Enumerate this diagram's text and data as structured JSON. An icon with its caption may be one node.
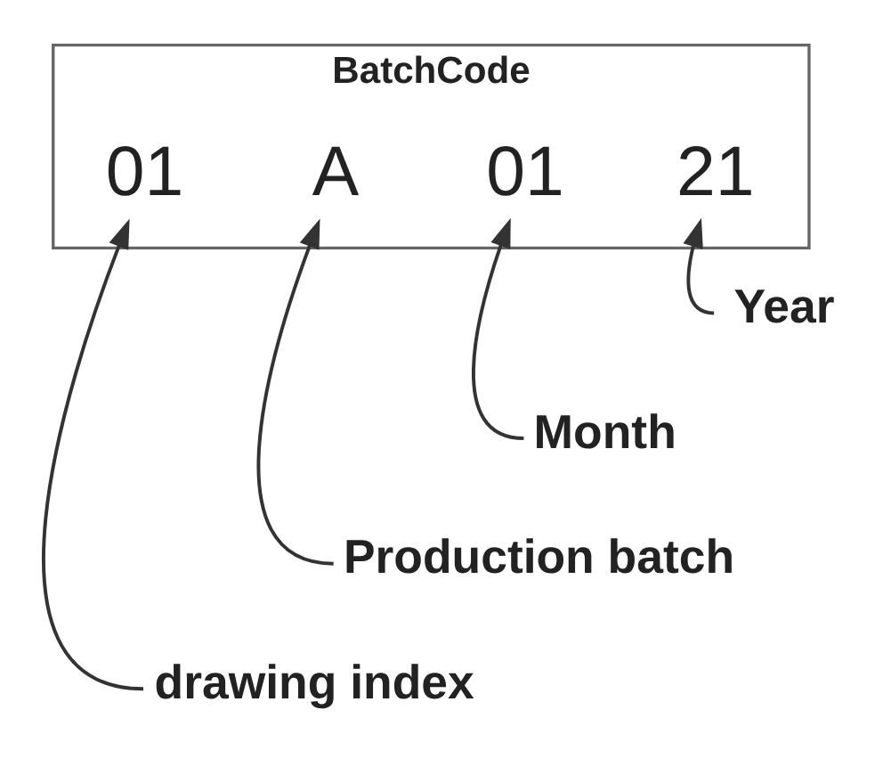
{
  "diagram": {
    "nodes": [
      {
        "text": [
          "BatchCode"
        ]
      },
      {
        "text": [
          "01"
        ],
        "in": 0
      },
      {
        "text": [
          "A"
        ],
        "in": 0
      },
      {
        "text": [
          "01"
        ],
        "in": 0
      },
      {
        "text": [
          "21"
        ],
        "in": 0
      },
      {
        "text": [
          "Year"
        ]
      },
      {
        "text": [
          "Month"
        ]
      },
      {
        "text": [
          "Production batch"
        ]
      },
      {
        "text": [
          "drawing index"
        ]
      }
    ],
    "edges": [
      {
        "from": 5,
        "to": 4,
        "arrow": "to"
      },
      {
        "from": 6,
        "to": 3,
        "arrow": "to"
      },
      {
        "from": 7,
        "to": 2,
        "arrow": "to"
      },
      {
        "from": 8,
        "to": 1,
        "arrow": "to"
      }
    ]
  }
}
